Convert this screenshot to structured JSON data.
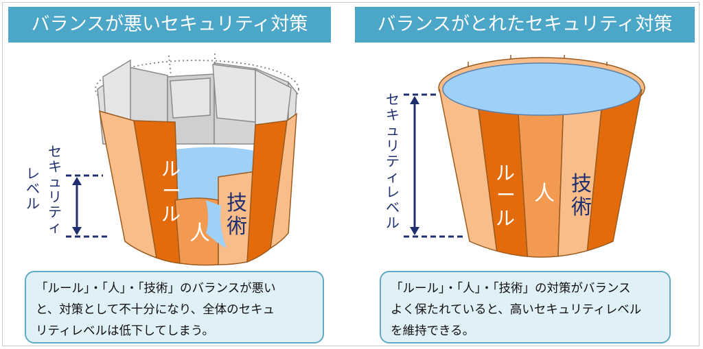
{
  "left_panel": {
    "title": "バランスが悪いセキュリティ対策",
    "labels": {
      "rule": "ルール",
      "person": "人",
      "tech": "技術"
    },
    "level_label": [
      "セキュリティ",
      "レベル"
    ],
    "caption_lines": [
      "「ルール」・「人」・「技術」のバランスが悪い",
      "と、対策として不十分になり、全体のセキュ",
      "リティレベルは低下してしまう。"
    ]
  },
  "right_panel": {
    "title": "バランスがとれたセキュリティ対策",
    "labels": {
      "rule": "ルール",
      "person": "人",
      "tech": "技術"
    },
    "level_label": "セキュリティレベル",
    "caption_lines": [
      "「ルール」・「人」・「技術」の対策がバランス",
      "よく保たれていると、高いセキュリティレベル",
      "を維持できる。"
    ]
  },
  "colors": {
    "title_bg": "#4ba6c8",
    "stave_light": "#f9bd8a",
    "stave_mid": "#f29a52",
    "stave_dark": "#e36b0c",
    "water": "#9fd0f7",
    "note_bg": "#dff0f7",
    "note_border": "#62a8c9",
    "arrow": "#1f2e6e"
  }
}
